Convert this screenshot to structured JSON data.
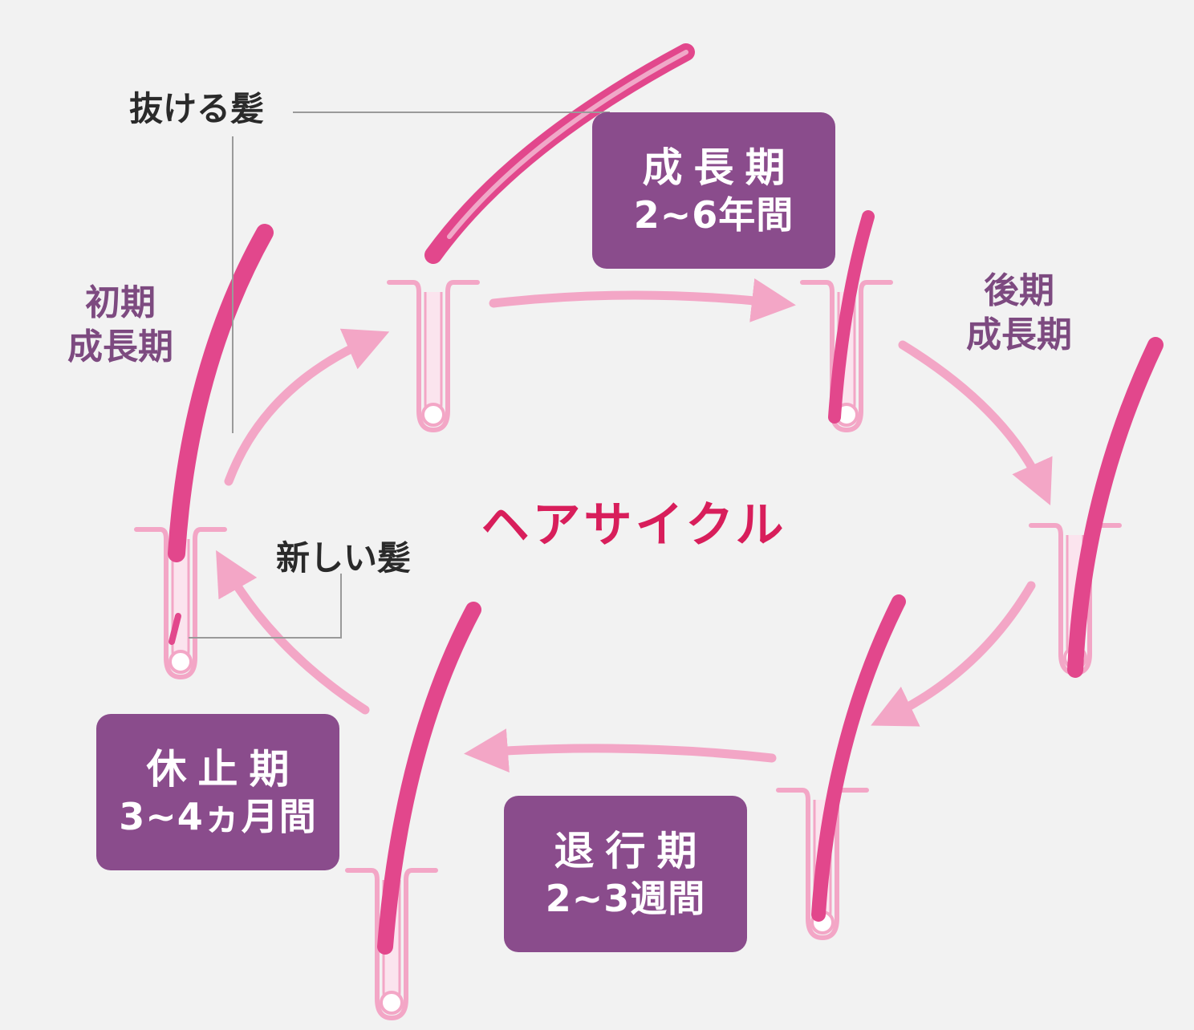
{
  "colors": {
    "box": "#8a4c8c",
    "label_purple": "#7d4a80",
    "title_pink": "#d81e5b",
    "hair_pink": "#e2478c",
    "arrow_pink": "#f3a6c6",
    "leader_gray": "#9a9a9a"
  },
  "title": "ヘアサイクル",
  "phases": {
    "growth": {
      "name": "成長期",
      "duration": "2~6年間"
    },
    "catagen": {
      "name": "退行期",
      "duration": "2~3週間"
    },
    "telogen": {
      "name": "休止期",
      "duration": "3~4ヵ月間"
    },
    "early": {
      "line1": "初期",
      "line2": "成長期"
    },
    "late": {
      "line1": "後期",
      "line2": "成長期"
    }
  },
  "annotations": {
    "falling_hair": "抜ける髪",
    "new_hair": "新しい髪"
  }
}
